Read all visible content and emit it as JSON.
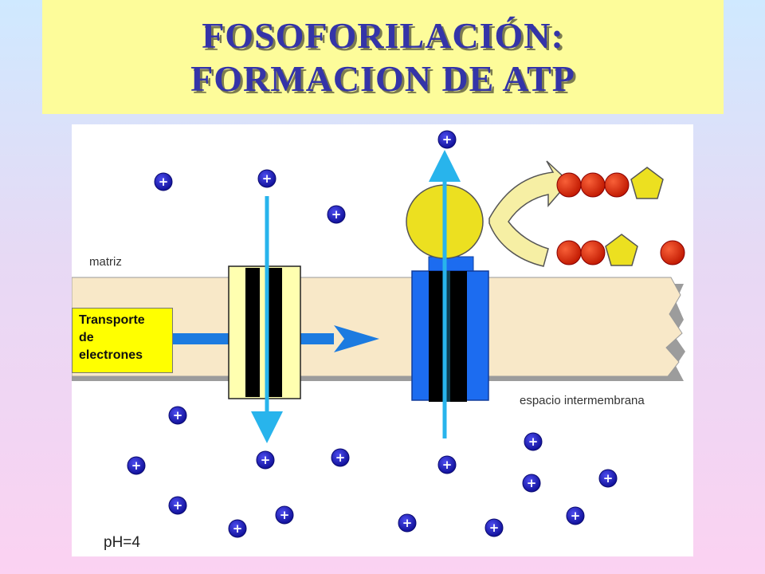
{
  "title": {
    "line1": "FOSOFORILACIÓN:",
    "line2": "FORMACION DE ATP"
  },
  "diagram": {
    "labels": {
      "matrix": "matriz",
      "intermembrane": "espacio intermembrana",
      "ph": "pH=4"
    },
    "transport_box": {
      "line1": "Transporte",
      "line2": "de",
      "line3": "electrones"
    },
    "proton_symbol": "+",
    "colors": {
      "membrane": "#f8e8c8",
      "proton": "#1818b8",
      "arrow": "#28b4ec",
      "atp_synthase": "#1c6cf0",
      "phosphate": "#d82a0c",
      "ribose": "#ece020",
      "channel_fill": "#ffffb0",
      "transport_box": "#ffff00"
    },
    "molecules": {
      "top": [
        "phosphate",
        "phosphate",
        "phosphate",
        "ribose"
      ],
      "bottom": [
        "phosphate",
        "phosphate",
        "ribose",
        "phosphate"
      ]
    }
  }
}
